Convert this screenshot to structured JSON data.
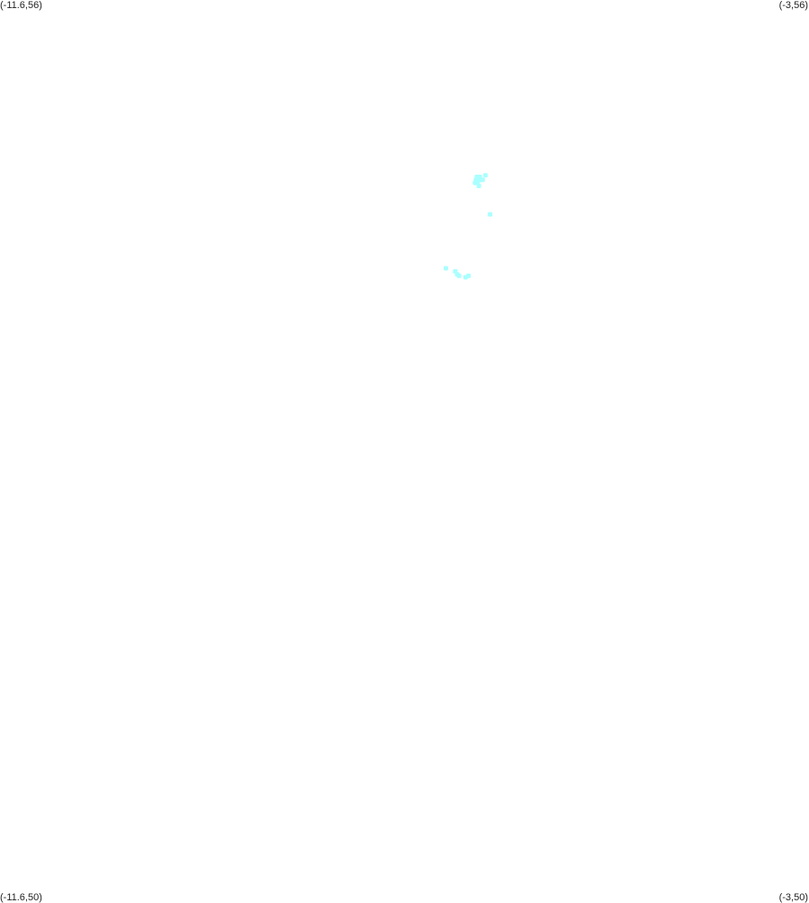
{
  "corners": {
    "top_left": "(-11.6,56)",
    "top_right": "(-3,56)",
    "bottom_left": "(-11.6,50)",
    "bottom_right": "(-3,50)"
  },
  "bounds": {
    "lon_min": -11.6,
    "lon_max": -3,
    "lat_min": 50,
    "lat_max": 56
  },
  "colors": {
    "feature": "#aaffff",
    "background": "#ffffff"
  },
  "features": [
    {
      "lon": -6.55,
      "lat": 54.78
    },
    {
      "lon": -6.52,
      "lat": 54.79
    },
    {
      "lon": -6.49,
      "lat": 54.8
    },
    {
      "lon": -6.53,
      "lat": 54.82
    },
    {
      "lon": -6.5,
      "lat": 54.82
    },
    {
      "lon": -6.47,
      "lat": 54.8
    },
    {
      "lon": -6.44,
      "lat": 54.83
    },
    {
      "lon": -6.51,
      "lat": 54.76
    },
    {
      "lon": -6.54,
      "lat": 54.8
    },
    {
      "lon": -6.39,
      "lat": 54.57
    },
    {
      "lon": -6.86,
      "lat": 54.21
    },
    {
      "lon": -6.76,
      "lat": 54.19
    },
    {
      "lon": -6.74,
      "lat": 54.17
    },
    {
      "lon": -6.72,
      "lat": 54.16
    },
    {
      "lon": -6.65,
      "lat": 54.15
    },
    {
      "lon": -6.62,
      "lat": 54.16
    }
  ]
}
